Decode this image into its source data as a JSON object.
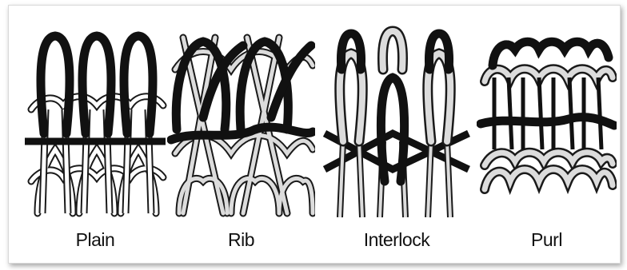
{
  "figure": {
    "panels": [
      {
        "id": "plain",
        "label": "Plain"
      },
      {
        "id": "rib",
        "label": "Rib"
      },
      {
        "id": "interlock",
        "label": "Interlock"
      },
      {
        "id": "purl",
        "label": "Purl"
      }
    ],
    "colors": {
      "dark_yarn": "#111111",
      "light_yarn": "#dcdcdc",
      "outline": "#1a1a1a",
      "background": "#ffffff"
    }
  }
}
